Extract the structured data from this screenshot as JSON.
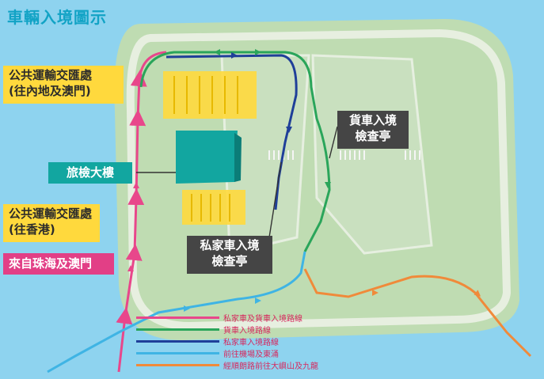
{
  "title": "車輛入境圖示",
  "labels": {
    "transport_mainland_1": "公共運輸交匯處",
    "transport_mainland_2": "(往內地及澳門)",
    "passenger_building": "旅檢大樓",
    "transport_hk_1": "公共運輸交匯處",
    "transport_hk_2": "(往香港)",
    "from_zhuhai_macao": "來自珠海及澳門",
    "goods_vehicle_1": "貨車入境",
    "goods_vehicle_2": "檢查亭",
    "private_car_1": "私家車入境",
    "private_car_2": "檢查亭"
  },
  "legend": [
    {
      "label": "私家車及貨車入境路線",
      "color": "#e8478b",
      "icon": "arrow-line"
    },
    {
      "label": "貨車入境路線",
      "color": "#2aa55a",
      "icon": "arrow-line"
    },
    {
      "label": "私家車入境路線",
      "color": "#1f3f99",
      "icon": "arrow-line"
    },
    {
      "label": "前往機場及東涌",
      "color": "#3fb4e4",
      "icon": "arrow-line"
    },
    {
      "label": "經順朗路前往大嶼山及九龍",
      "color": "#f08a3a",
      "icon": "arrow-line"
    }
  ],
  "colors": {
    "sea": "#8ed3ef",
    "island": "#bfdcb2",
    "roads": "#dde9d5",
    "building": "#12a6a0",
    "yellow_area": "#ffd93d"
  }
}
